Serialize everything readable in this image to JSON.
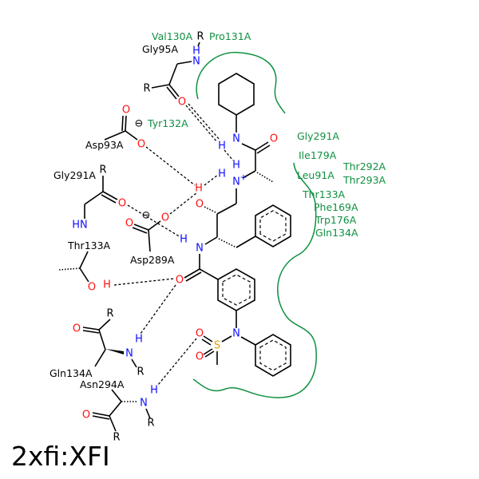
{
  "title": "2xfi:XFI",
  "colors": {
    "nitrogen": "#1010ff",
    "oxygen": "#ff1010",
    "sulfur": "#e8a000",
    "hydrophobic": "#109040",
    "bond": "#000000"
  },
  "residues_polar": {
    "gly95a": "Gly95A",
    "asp93a": "Asp93A",
    "gly291a": "Gly291A",
    "asp289a": "Asp289A",
    "thr133a": "Thr133A",
    "gln134a": "Gln134A",
    "asn294a": "Asn294A"
  },
  "residues_hydrophobic": {
    "val130a": "Val130A",
    "pro131a": "Pro131A",
    "tyr132a": "Tyr132A",
    "gly291a": "Gly291A",
    "ile179a": "Ile179A",
    "leu91a": "Leu91A",
    "thr292a": "Thr292A",
    "thr293a": "Thr293A",
    "thr133a": "Thr133A",
    "phe169a": "Phe169A",
    "trp176a": "Trp176A",
    "gln134a": "Gln134A"
  },
  "atoms": {
    "N": "N",
    "O": "O",
    "H": "H",
    "S": "S",
    "R": "R",
    "HN": "HN",
    "Nplus": "N",
    "plus": "+",
    "minus": "⊖"
  }
}
